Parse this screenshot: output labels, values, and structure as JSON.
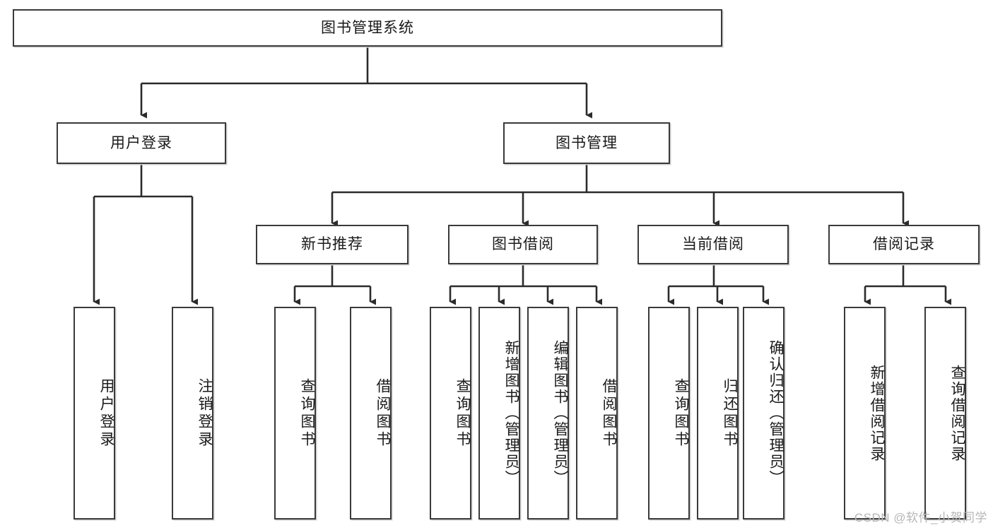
{
  "diagram": {
    "type": "tree",
    "title": "图书管理系统",
    "root": {
      "label": "图书管理系统"
    },
    "level1": [
      {
        "label": "用户登录"
      },
      {
        "label": "图书管理"
      }
    ],
    "level2": [
      {
        "label": "新书推荐"
      },
      {
        "label": "图书借阅"
      },
      {
        "label": "当前借阅"
      },
      {
        "label": "借阅记录"
      }
    ],
    "leaves": {
      "user_login": [
        {
          "label": "用户登录"
        },
        {
          "label": "注销登录"
        }
      ],
      "new_book_recommend": [
        {
          "label": "查询图书"
        },
        {
          "label": "借阅图书"
        }
      ],
      "book_borrow": [
        {
          "label": "查询图书"
        },
        {
          "label": "新增图书（管理员）"
        },
        {
          "label": "编辑图书（管理员）"
        },
        {
          "label": "借阅图书"
        }
      ],
      "current_borrow": [
        {
          "label": "查询图书"
        },
        {
          "label": "归还图书"
        },
        {
          "label": "确认归还（管理员）"
        }
      ],
      "borrow_record": [
        {
          "label": "新增借阅记录"
        },
        {
          "label": "查询借阅记录"
        }
      ]
    }
  },
  "watermark": {
    "text": "CSDN @软件_小贺同学"
  },
  "colors": {
    "box_border": "#3a3a3a",
    "box_fill": "#ffffff",
    "connector": "#2b2b2b",
    "text": "#1a1a1a",
    "watermark": "#b6b6b6"
  }
}
